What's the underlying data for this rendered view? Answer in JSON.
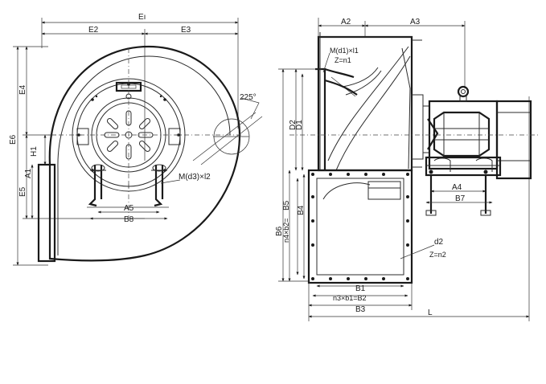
{
  "front_view": {
    "E1": "Eı",
    "E2": "E2",
    "E3": "E3",
    "E4": "E4",
    "E5": "E5",
    "E6": "E6",
    "H1": "H1",
    "A1": "A1",
    "A5": "A5",
    "B8": "B8",
    "angle": "225°",
    "mount_thread": "M(d3)×l2"
  },
  "side_view": {
    "A2": "A2",
    "A3": "A3",
    "A4": "A4",
    "B7": "B7",
    "D1": "D1",
    "D2": "D2",
    "B4": "B4",
    "B5": "B5",
    "B6": "B6",
    "n4b2": "n4×b2=",
    "B1": "B1",
    "n3b1B2": "n3×b1=B2",
    "B3": "B3",
    "L": "L",
    "inlet_thread": "M(d1)×l1",
    "inlet_count": "Z=n1",
    "outlet_hole": "d2",
    "outlet_count": "Z=n2"
  }
}
